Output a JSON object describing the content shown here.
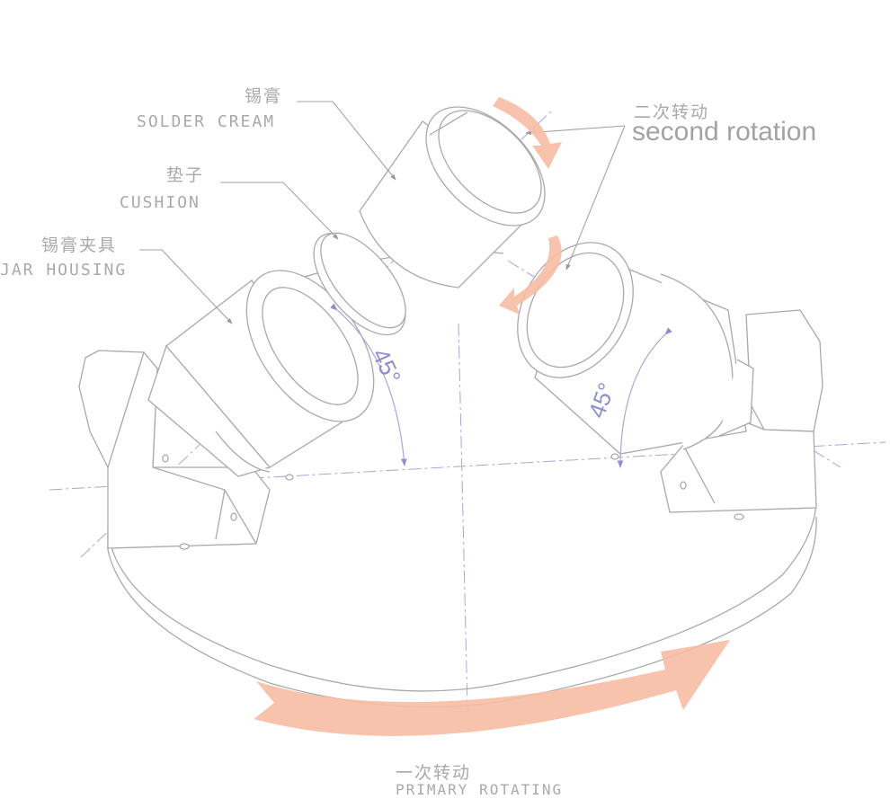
{
  "labels": {
    "solder_cream_cn": "锡膏",
    "solder_cream_en": "SOLDER CREAM",
    "cushion_cn": "垫子",
    "cushion_en": "CUSHION",
    "jar_housing_cn": "锡膏夹具",
    "jar_housing_en": "JAR HOUSING",
    "second_rotation_cn": "二次转动",
    "second_rotation_en": "second rotation",
    "primary_cn": "一次转动",
    "primary_en": "PRIMARY ROTATING",
    "angle_left": "45°",
    "angle_right": "45°"
  },
  "colors": {
    "outline": "#a9a9a9",
    "centerline": "#a7a7d8",
    "arrow": "#f7bca3",
    "text": "#a9a9a9"
  }
}
